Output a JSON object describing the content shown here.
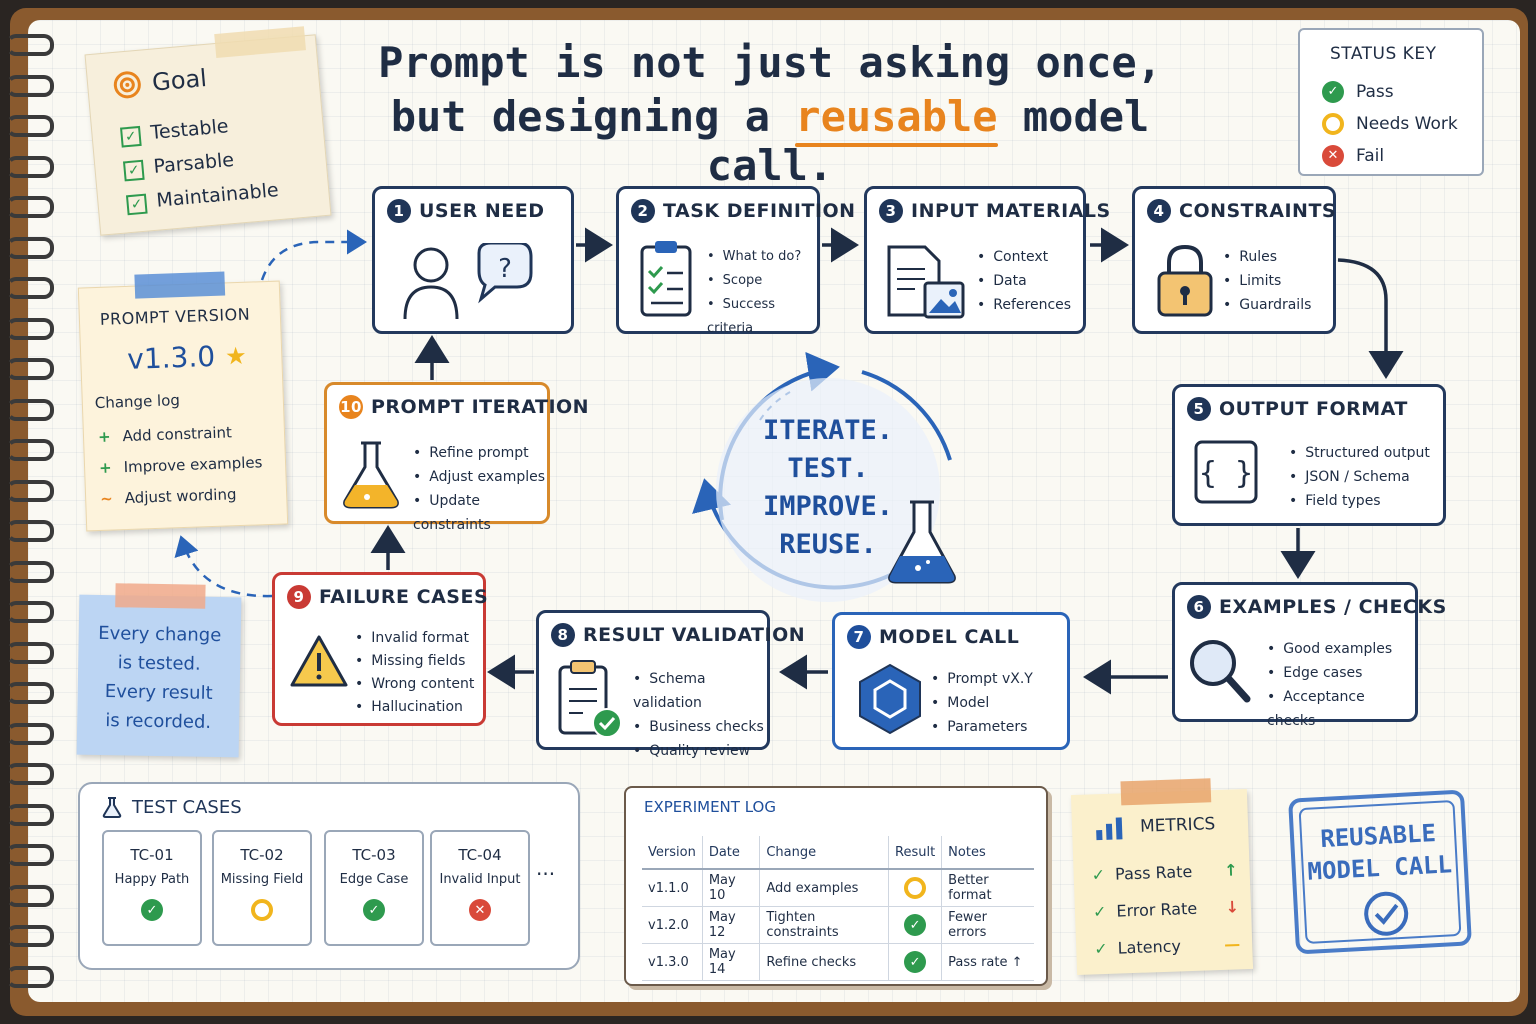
{
  "title": {
    "line1": "Prompt is not just asking once,",
    "line2_pre": "but designing a",
    "line2_highlight": "reusable",
    "line2_post": "model call."
  },
  "goal_note": {
    "heading": "Goal",
    "items": [
      "Testable",
      "Parsable",
      "Maintainable"
    ]
  },
  "status_key": {
    "heading": "STATUS KEY",
    "items": [
      {
        "label": "Pass",
        "status": "pass"
      },
      {
        "label": "Needs Work",
        "status": "warn"
      },
      {
        "label": "Fail",
        "status": "fail"
      }
    ]
  },
  "steps": [
    {
      "num": "1",
      "title": "USER NEED",
      "bullets": [],
      "icon": "user-question-icon"
    },
    {
      "num": "2",
      "title": "TASK DEFINITION",
      "bullets": [
        "What to do?",
        "Scope",
        "Success criteria"
      ],
      "icon": "clipboard-checklist-icon"
    },
    {
      "num": "3",
      "title": "INPUT MATERIALS",
      "bullets": [
        "Context",
        "Data",
        "References"
      ],
      "icon": "document-image-icon"
    },
    {
      "num": "4",
      "title": "CONSTRAINTS",
      "bullets": [
        "Rules",
        "Limits",
        "Guardrails"
      ],
      "icon": "padlock-icon"
    },
    {
      "num": "5",
      "title": "OUTPUT FORMAT",
      "bullets": [
        "Structured output",
        "JSON / Schema",
        "Field types"
      ],
      "icon": "braces-icon"
    },
    {
      "num": "6",
      "title": "EXAMPLES / CHECKS",
      "bullets": [
        "Good examples",
        "Edge cases",
        "Acceptance checks"
      ],
      "icon": "magnifier-icon"
    },
    {
      "num": "7",
      "title": "MODEL CALL",
      "bullets": [
        "Prompt vX.Y",
        "Model",
        "Parameters"
      ],
      "icon": "hexagon-model-icon"
    },
    {
      "num": "8",
      "title": "RESULT VALIDATION",
      "bullets": [
        "Schema validation",
        "Business checks",
        "Quality review"
      ],
      "icon": "clipboard-check-icon"
    },
    {
      "num": "9",
      "title": "FAILURE CASES",
      "bullets": [
        "Invalid format",
        "Missing fields",
        "Wrong content",
        "Hallucination"
      ],
      "icon": "warning-icon"
    },
    {
      "num": "10",
      "title": "PROMPT ITERATION",
      "bullets": [
        "Refine prompt",
        "Adjust examples",
        "Update constraints"
      ],
      "icon": "flask-icon"
    }
  ],
  "cycle": {
    "lines": [
      "ITERATE.",
      "TEST.",
      "IMPROVE.",
      "REUSE."
    ]
  },
  "prompt_version": {
    "heading": "PROMPT VERSION",
    "version": "v1.3.0",
    "log_heading": "Change log",
    "changes": [
      {
        "mark": "+",
        "text": "Add constraint"
      },
      {
        "mark": "+",
        "text": "Improve examples"
      },
      {
        "mark": "~",
        "text": "Adjust wording"
      }
    ]
  },
  "blue_note": {
    "lines": [
      "Every change",
      "is tested.",
      "Every result",
      "is recorded."
    ]
  },
  "test_cases": {
    "heading": "TEST CASES",
    "cases": [
      {
        "id": "TC-01",
        "name": "Happy Path",
        "status": "pass"
      },
      {
        "id": "TC-02",
        "name": "Missing Field",
        "status": "warn"
      },
      {
        "id": "TC-03",
        "name": "Edge Case",
        "status": "pass"
      },
      {
        "id": "TC-04",
        "name": "Invalid Input",
        "status": "fail"
      }
    ],
    "more": "..."
  },
  "experiment_log": {
    "heading": "EXPERIMENT LOG",
    "columns": [
      "Version",
      "Date",
      "Change",
      "Result",
      "Notes"
    ],
    "rows": [
      {
        "version": "v1.1.0",
        "date": "May 10",
        "change": "Add examples",
        "result": "warn",
        "notes": "Better format"
      },
      {
        "version": "v1.2.0",
        "date": "May 12",
        "change": "Tighten constraints",
        "result": "pass",
        "notes": "Fewer errors"
      },
      {
        "version": "v1.3.0",
        "date": "May 14",
        "change": "Refine checks",
        "result": "pass",
        "notes": "Pass rate ↑"
      }
    ]
  },
  "metrics": {
    "heading": "METRICS",
    "items": [
      {
        "label": "Pass Rate",
        "trend": "↑",
        "trend_color": "#2e9a4e"
      },
      {
        "label": "Error Rate",
        "trend": "↓",
        "trend_color": "#d94a3a"
      },
      {
        "label": "Latency",
        "trend": "—",
        "trend_color": "#f1b51d"
      }
    ]
  },
  "stamp": {
    "line1": "REUSABLE",
    "line2": "MODEL CALL"
  },
  "colors": {
    "navy": "#1f3558",
    "orange": "#e8841e",
    "red": "#c93a34",
    "blue": "#2a64b8",
    "green": "#2e9a4e"
  }
}
